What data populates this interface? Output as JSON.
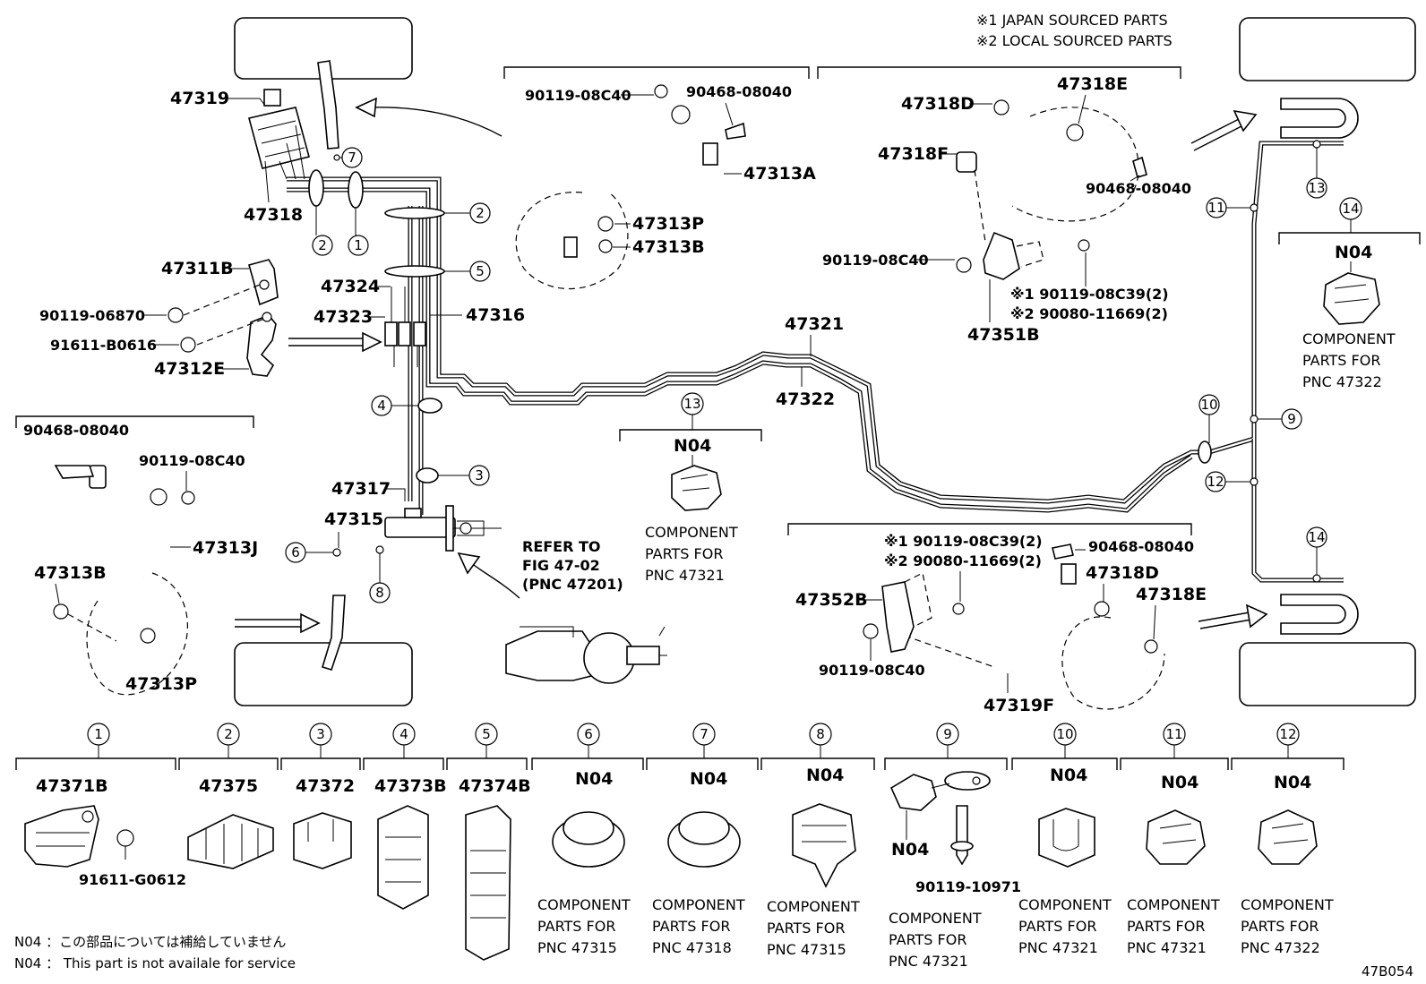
{
  "notes": {
    "japan": "※1 JAPAN SOURCED PARTS",
    "local": "※2 LOCAL SOURCED PARTS",
    "footer_jp": "N04 ：この部品については補給していません",
    "footer_en": "N04 ： This part is not availale for service",
    "fig_code": "47B054"
  },
  "main_labels": {
    "p47319": "47319",
    "p47318": "47318",
    "p47311B": "47311B",
    "p90119_06870": "90119-06870",
    "p91611_B0616": "91611-B0616",
    "p47312E": "47312E",
    "p47324": "47324",
    "p47323": "47323",
    "p47316": "47316",
    "p47317": "47317",
    "p47315": "47315",
    "p47321": "47321",
    "p47322": "47322"
  },
  "refer": {
    "line1": "REFER TO",
    "line2": "FIG 47-02",
    "line3": "(PNC 47201)"
  },
  "hose_top": {
    "bolt": "90119-08C40",
    "clip": "90468-08040",
    "hose": "47313A",
    "gasket": "47313P",
    "union": "47313B"
  },
  "hose_left": {
    "clip": "90468-08040",
    "bolt": "90119-08C40",
    "hose": "47313J",
    "union": "47313B",
    "gasket": "47313P"
  },
  "rear_right_top": {
    "p47318D": "47318D",
    "p47318E": "47318E",
    "p47318F": "47318F",
    "clip": "90468-08040",
    "bolt": "90119-08C40",
    "bolt1": "※1 90119-08C39(2)",
    "bolt2": "※2 90080-11669(2)",
    "bracket": "47351B"
  },
  "rear_left_bottom": {
    "bolt1": "※1 90119-08C39(2)",
    "bolt2": "※2 90080-11669(2)",
    "clip": "90468-08040",
    "p47318D": "47318D",
    "p47318E": "47318E",
    "bracket": "47352B",
    "bolt": "90119-08C40",
    "hose": "47319F"
  },
  "callout_nums": [
    "1",
    "2",
    "3",
    "4",
    "5",
    "6",
    "7",
    "8",
    "9",
    "10",
    "11",
    "12",
    "13",
    "14"
  ],
  "n04_blocks": {
    "n13": {
      "num": "13",
      "code": "N04",
      "line1": "COMPONENT",
      "line2": "PARTS FOR",
      "line3": "PNC 47321"
    },
    "n14": {
      "num": "14",
      "code": "N04",
      "line1": "COMPONENT",
      "line2": "PARTS FOR",
      "line3": "PNC 47322"
    }
  },
  "bottom_parts": [
    {
      "num": "1",
      "label": "47371B",
      "extra": "91611-G0612"
    },
    {
      "num": "2",
      "label": "47375"
    },
    {
      "num": "3",
      "label": "47372"
    },
    {
      "num": "4",
      "label": "47373B"
    },
    {
      "num": "5",
      "label": "47374B"
    },
    {
      "num": "6",
      "label": "N04",
      "c1": "COMPONENT",
      "c2": "PARTS FOR",
      "c3": "PNC 47315"
    },
    {
      "num": "7",
      "label": "N04",
      "c1": "COMPONENT",
      "c2": "PARTS FOR",
      "c3": "PNC 47318"
    },
    {
      "num": "8",
      "label": "N04",
      "c1": "COMPONENT",
      "c2": "PARTS FOR",
      "c3": "PNC 47315"
    },
    {
      "num": "9",
      "label": "N04",
      "extra": "90119-10971",
      "c1": "COMPONENT",
      "c2": "PARTS FOR",
      "c3": "PNC 47321"
    },
    {
      "num": "10",
      "label": "N04",
      "c1": "COMPONENT",
      "c2": "PARTS FOR",
      "c3": "PNC 47321"
    },
    {
      "num": "11",
      "label": "N04",
      "c1": "COMPONENT",
      "c2": "PARTS FOR",
      "c3": "PNC 47321"
    },
    {
      "num": "12",
      "label": "N04",
      "c1": "COMPONENT",
      "c2": "PARTS FOR",
      "c3": "PNC 47322"
    }
  ]
}
